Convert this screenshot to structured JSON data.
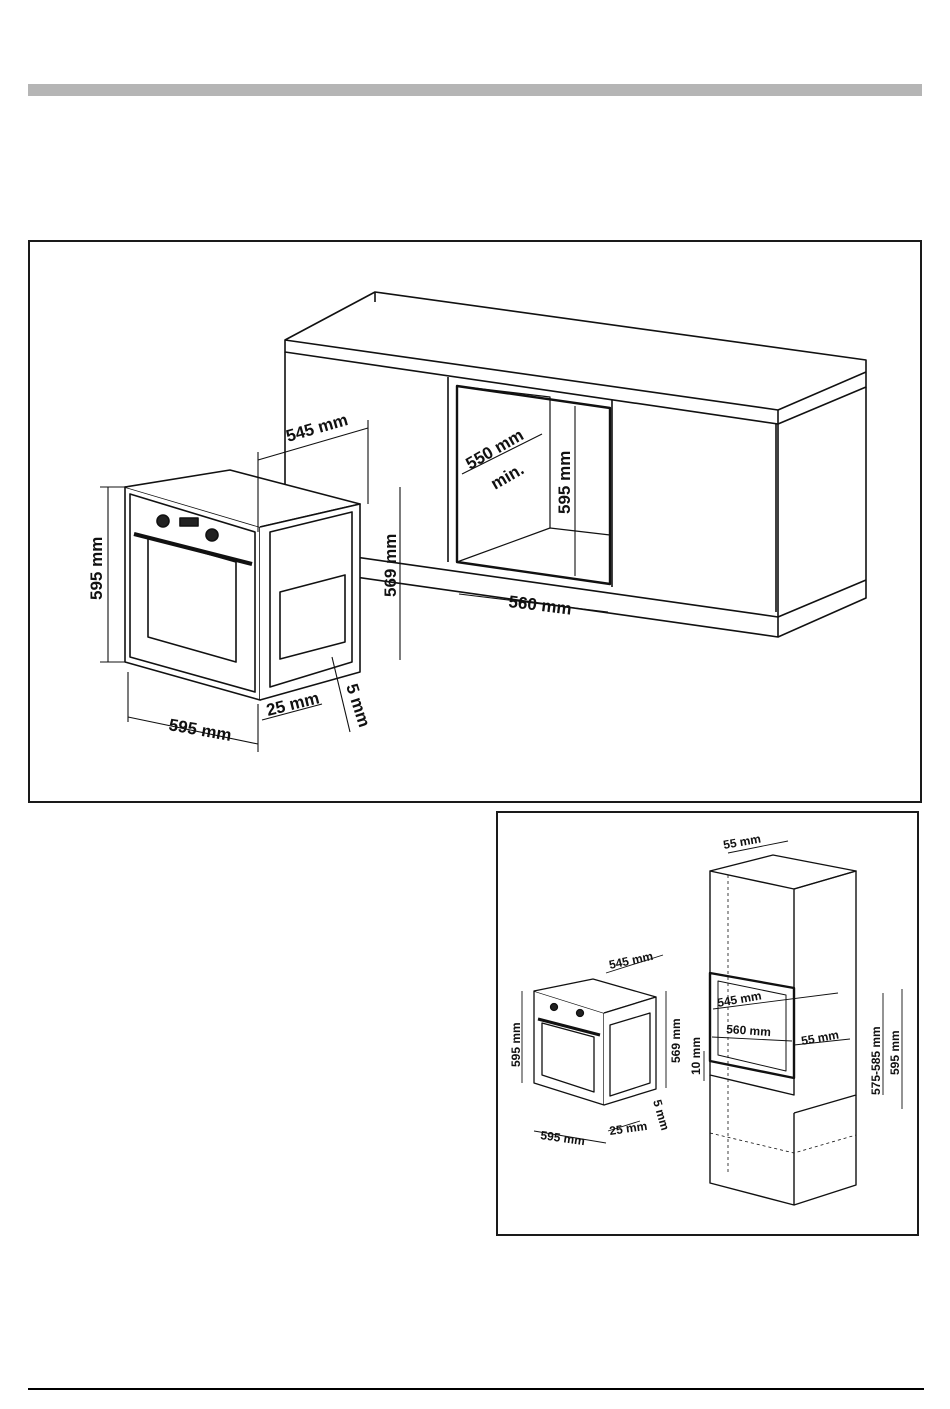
{
  "figure_main": {
    "dimensions": {
      "depth_top": "545 mm",
      "niche_depth": "550 mm",
      "niche_depth_note": "min.",
      "niche_height": "595 mm",
      "niche_width": "560 mm",
      "oven_height": "595 mm",
      "body_height": "569 mm",
      "oven_width": "595 mm",
      "front_offset": "25 mm",
      "gap": "5 mm"
    }
  },
  "figure_column": {
    "dimensions": {
      "top_gap": "55 mm",
      "depth_top": "545 mm",
      "oven_height": "595 mm",
      "body_height": "569 mm",
      "oven_width": "595 mm",
      "front_offset": "25 mm",
      "gap": "5 mm",
      "niche_depth": "545 mm",
      "niche_width": "560 mm",
      "side_gap": "55 mm",
      "bottom_gap": "10 mm",
      "niche_height_range": "575-585 mm",
      "column_height": "595 mm"
    }
  }
}
